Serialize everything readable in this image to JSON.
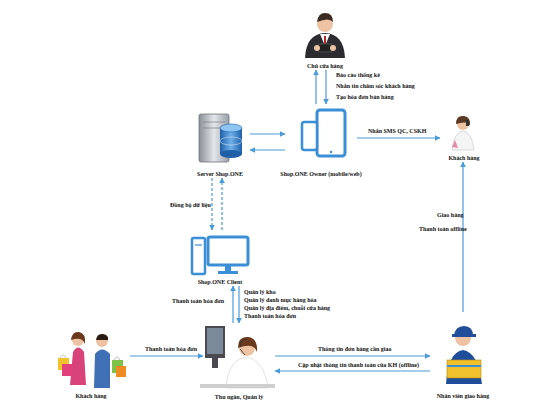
{
  "diagram": {
    "nodes": [
      {
        "text": [
          "Chủ cửa hàng"
        ]
      },
      {
        "text": [
          "Server Shop.ONE"
        ]
      },
      {
        "text": [
          "Shop.ONE Owner (mobile/web)"
        ]
      },
      {
        "text": [
          "Khách hàng"
        ]
      },
      {
        "text": [
          "Shop.ONE Client"
        ]
      },
      {
        "text": [
          "Khách hàng"
        ]
      },
      {
        "text": [
          "Thu ngân, Quản lý"
        ]
      },
      {
        "text": [
          "Nhân viên giao hàng"
        ]
      }
    ],
    "edges": [
      {
        "from": 0,
        "to": 2,
        "arrow": "to"
      },
      {
        "from": 2,
        "to": 0,
        "arrow": "to"
      },
      {
        "from": 2,
        "to": 3,
        "label": "Nhắn SMS QC, CSKH",
        "arrow": "to"
      },
      {
        "from": 1,
        "to": 2,
        "arrow": "to"
      },
      {
        "from": 2,
        "to": 1,
        "arrow": "to"
      },
      {
        "from": 1,
        "to": 4,
        "arrow": "to"
      },
      {
        "from": 4,
        "to": 1,
        "arrow": "to"
      },
      {
        "from": 4,
        "to": 6,
        "arrow": "to"
      },
      {
        "from": 6,
        "to": 4,
        "label": "Thanh toán hóa đơn",
        "arrow": "to"
      },
      {
        "from": 5,
        "to": 6,
        "label": "Thanh toán hóa đơn",
        "arrow": "to"
      },
      {
        "from": 6,
        "to": 7,
        "label": "Thông tin đơn hàng cần giao",
        "arrow": "to"
      },
      {
        "from": 7,
        "to": 6,
        "label": "Cập nhật thông tin thanh toán của KH (offline)",
        "arrow": "to"
      },
      {
        "from": 7,
        "to": 3,
        "arrow": "to"
      }
    ],
    "labels": [
      "Báo cáo thống kê",
      "Nhắn tin chăm sóc khách hàng",
      "Tạo hóa đơn bán hàng",
      "Đồng bộ dữ liệu",
      "Quản lý kho",
      "Quản lý danh mục hàng hóa",
      "Quản lý địa điểm, chuỗi cửa hàng",
      "Thanh toán hóa đơn",
      "Giao hàng",
      "Thanh toán offline"
    ]
  }
}
